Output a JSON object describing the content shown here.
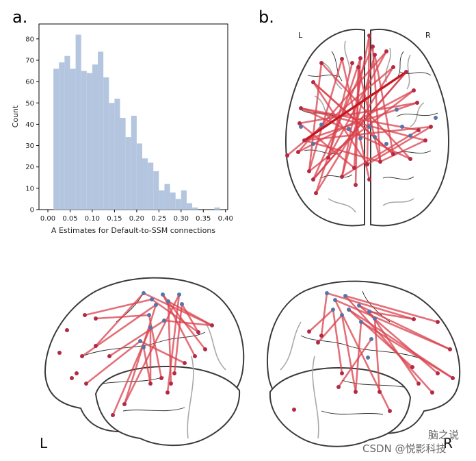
{
  "panels": {
    "a": "a.",
    "b": "b."
  },
  "hemisphere_labels": {
    "left": "L",
    "right": "R",
    "lateral_left": "L",
    "lateral_right": "R"
  },
  "watermark": {
    "top": "脑之说",
    "bottom": "CSDN @悦影科技"
  },
  "colors": {
    "bar": "#b4c6df",
    "edge": "#d9404c",
    "edge_dark": "#c41820",
    "node_red": "#b32a44",
    "node_blue": "#5575a8"
  },
  "chart_data": {
    "type": "bar",
    "title": "",
    "xlabel": "A Estimates for Default-to-SSM connections",
    "ylabel": "Count",
    "xlim": [
      -0.02,
      0.405
    ],
    "ylim": [
      0,
      87
    ],
    "xticks": [
      "0.00",
      "0.05",
      "0.10",
      "0.15",
      "0.20",
      "0.25",
      "0.30",
      "0.35",
      "0.40"
    ],
    "yticks": [
      "0",
      "10",
      "20",
      "30",
      "40",
      "50",
      "60",
      "70",
      "80"
    ],
    "grid": false,
    "bins": [
      0.0125,
      0.025,
      0.0375,
      0.05,
      0.0625,
      0.075,
      0.0875,
      0.1,
      0.1125,
      0.125,
      0.1375,
      0.15,
      0.1625,
      0.175,
      0.1875,
      0.2,
      0.2125,
      0.225,
      0.2375,
      0.25,
      0.2625,
      0.275,
      0.2875,
      0.3,
      0.3125,
      0.325,
      0.3375,
      0.35,
      0.3625,
      0.375,
      0.3875
    ],
    "values": [
      66,
      69,
      72,
      66,
      82,
      65,
      64,
      68,
      74,
      62,
      50,
      52,
      43,
      34,
      44,
      31,
      24,
      22,
      18,
      9,
      12,
      8,
      5,
      9,
      3,
      1,
      0,
      0,
      0,
      1
    ]
  }
}
